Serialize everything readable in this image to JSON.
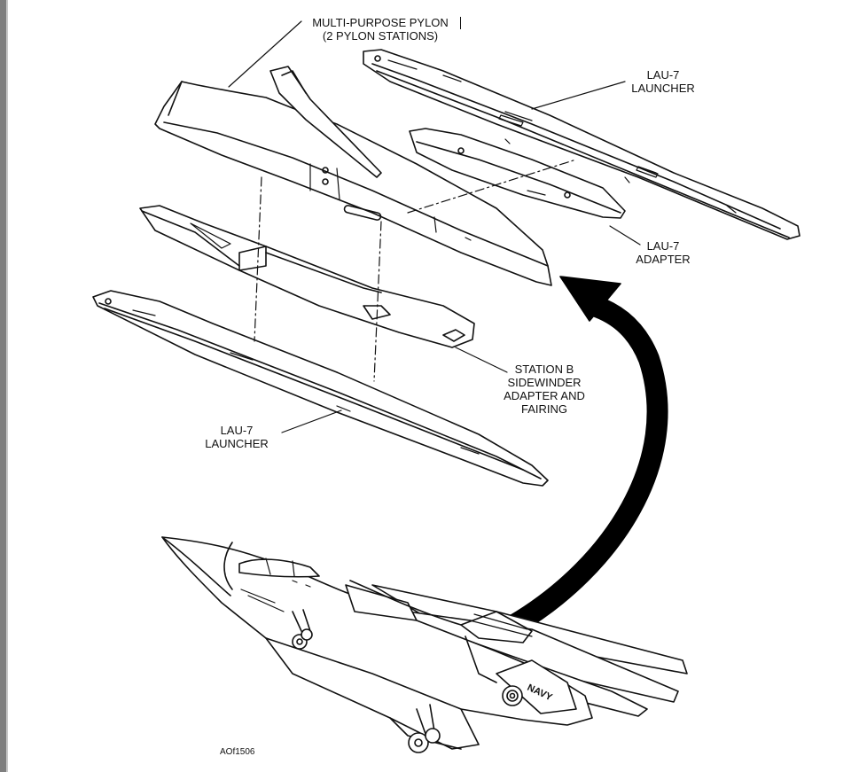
{
  "labels": {
    "pylon": {
      "line1": "MULTI-PURPOSE PYLON",
      "line2": "(2 PYLON STATIONS)"
    },
    "lau7_launcher_top": {
      "line1": "LAU-7",
      "line2": "LAUNCHER"
    },
    "lau7_adapter": {
      "line1": "LAU-7",
      "line2": "ADAPTER"
    },
    "station_b": {
      "line1": "STATION B",
      "line2": "SIDEWINDER",
      "line3": "ADAPTER AND",
      "line4": "FAIRING"
    },
    "lau7_launcher_bottom": {
      "line1": "LAU-7",
      "line2": "LAUNCHER"
    },
    "aircraft_marking": "NAVY",
    "figure_code": "AOf1506"
  },
  "colors": {
    "ink": "#111111",
    "paper": "#ffffff",
    "window_edge": "#7f7f7f"
  }
}
